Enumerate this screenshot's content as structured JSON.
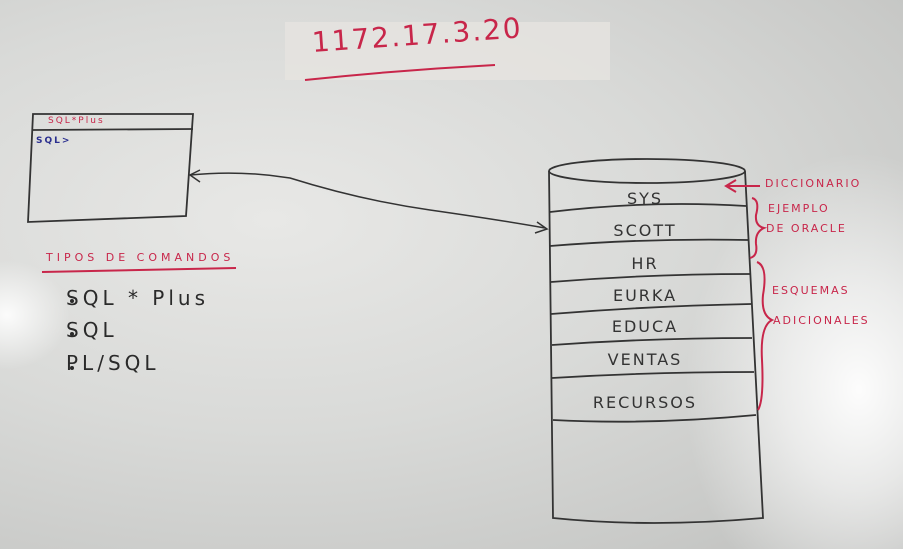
{
  "board": {
    "ip_address": "1172.17.3.20",
    "sqlplus_window": {
      "title": "SQL*Plus",
      "prompt": "SQL>"
    },
    "command_types": {
      "title": "TIPOS DE COMANDOS",
      "items": [
        "SQL * Plus",
        "SQL",
        "PL/SQL"
      ]
    },
    "database": {
      "schemas": [
        "SYS",
        "SCOTT",
        "HR",
        "EURKA",
        "EDUCA",
        "VENTAS",
        "RECURSOS"
      ]
    },
    "annotations": {
      "dictionary": "DICCIONARIO",
      "oracle_example_line1": "EJEMPLO",
      "oracle_example_line2": "DE ORACLE",
      "extra_schemas_line1": "ESQUEMAS",
      "extra_schemas_line2": "ADICIONALES"
    },
    "colors": {
      "marker_red": "#c8264a",
      "marker_black": "#2a2a2a",
      "marker_blue": "#2b2f8f"
    }
  }
}
